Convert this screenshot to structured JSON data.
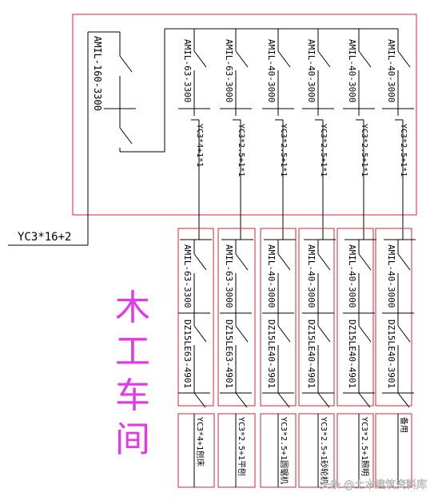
{
  "colors": {
    "wire": "#000000",
    "box": "#d2263a",
    "title": "#e23ae6",
    "watermark": "#ffffff"
  },
  "incoming_cable": "YC3*16+2",
  "main_breaker": "AMIL-160-3300",
  "branch_breakers": [
    "AMIL-63-3300",
    "AMIL-63-3000",
    "AMIL-40-3000",
    "AMIL-40-3000",
    "AMIL-40-3000",
    "AMIL-40-3000"
  ],
  "branch_cables": [
    "YC3*4+1*1",
    "YC3*2.5+1*1",
    "YC3*2.5+1*1",
    "YC3*2.5+1*1",
    "YC3*2.5+1*1",
    "YC3*2.5+1*1"
  ],
  "sub_breakers": [
    "AMIL-63-3300",
    "AMIL-63-3000",
    "AMIL-40-3000",
    "AMIL-40-3000",
    "AMIL-40-3000",
    "AMIL-40-3000"
  ],
  "sub_rcds": [
    "DZ15LE63-4901",
    "DZ15LE63-4901",
    "DZ15LE40-3901",
    "DZ15LE40-4901",
    "DZ15LE40-4901",
    "DZ15LE40-3901"
  ],
  "outputs": [
    "YC3*4+1刨床",
    "YC3*2.5+1平刨",
    "YC3*2.5+1圆锯机",
    "YC3*2.5+1砂轮机",
    "YC3*2.5+1照明",
    "备用"
  ],
  "title_chars": [
    "木",
    "工",
    "车",
    "间"
  ],
  "watermark": "头条 @土木建筑资料库"
}
